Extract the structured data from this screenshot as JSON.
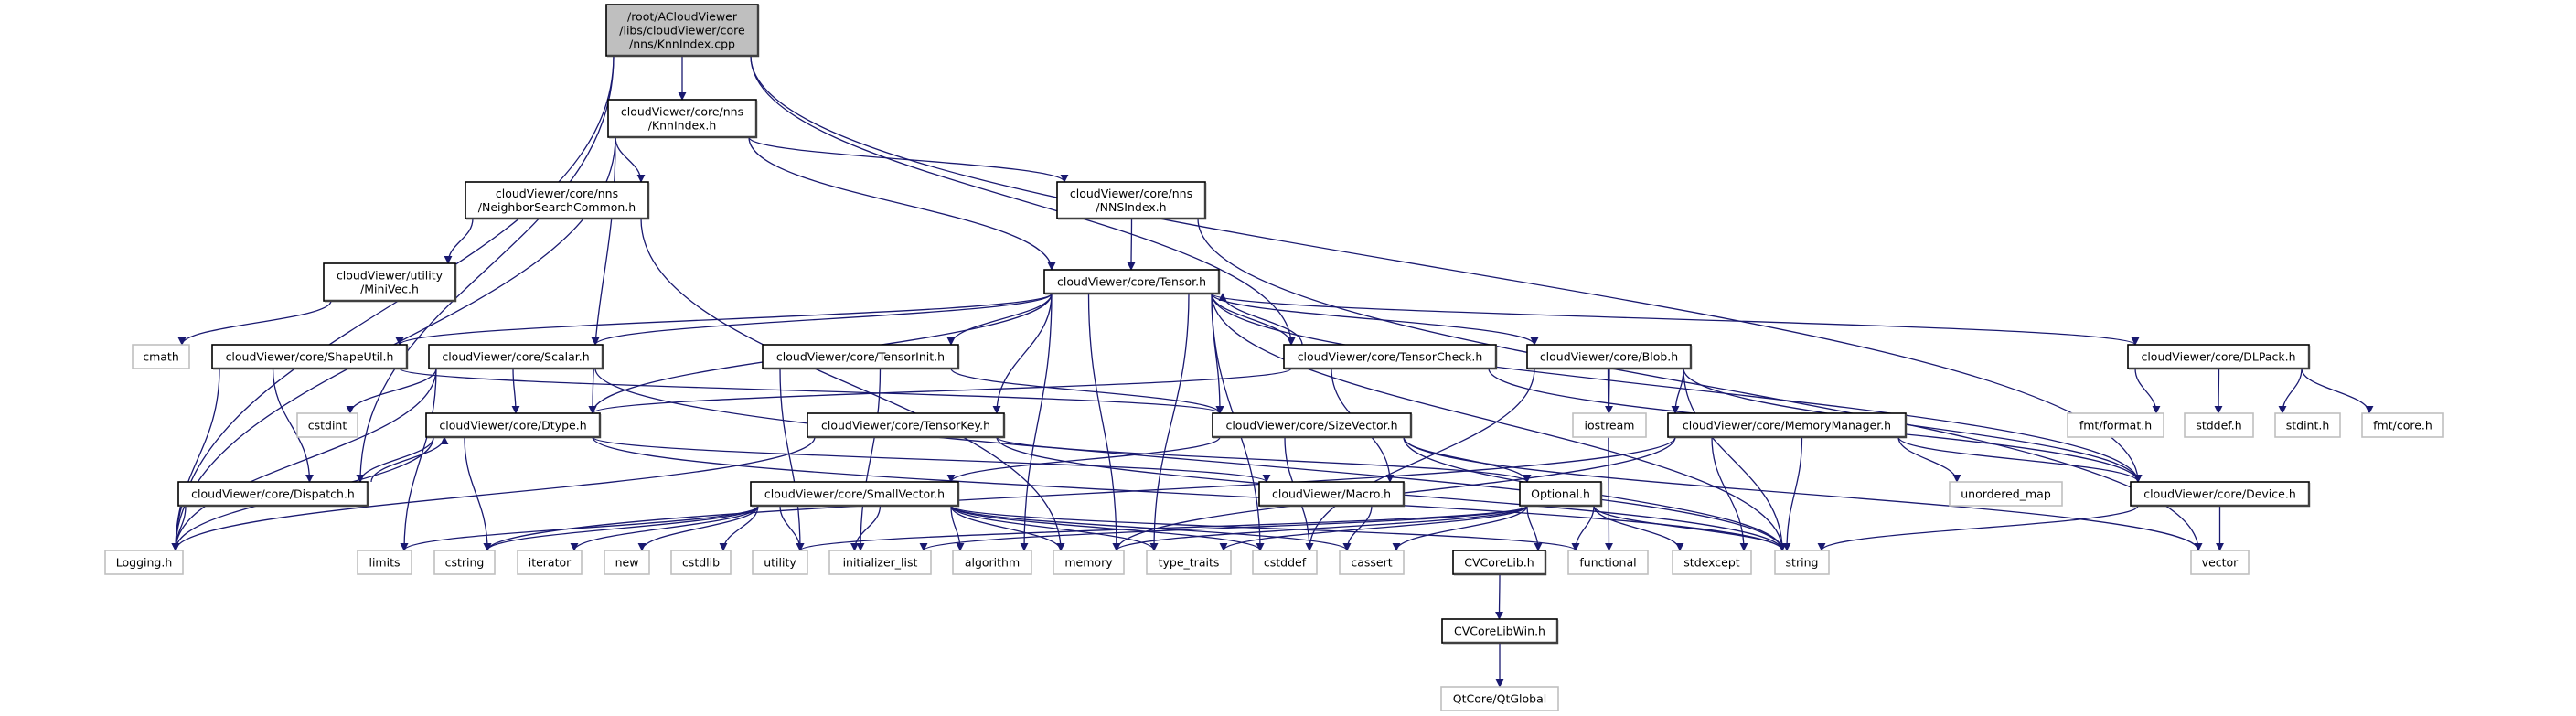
{
  "colors": {
    "edge": "#191970",
    "root_fill": "#bfbfbf",
    "file_border": "#000000",
    "system_border": "#bfbfbf"
  },
  "nodes": [
    {
      "id": "root",
      "label": "/root/ACloudViewer\n/libs/cloudViewer/core\n/nns/KnnIndex.cpp",
      "kind": "root"
    },
    {
      "id": "knn",
      "label": "cloudViewer/core/nns\n/KnnIndex.h",
      "kind": "file"
    },
    {
      "id": "nsc",
      "label": "cloudViewer/core/nns\n/NeighborSearchCommon.h",
      "kind": "file"
    },
    {
      "id": "nns",
      "label": "cloudViewer/core/nns\n/NNSIndex.h",
      "kind": "file"
    },
    {
      "id": "minivec",
      "label": "cloudViewer/utility\n/MiniVec.h",
      "kind": "file"
    },
    {
      "id": "tensor",
      "label": "cloudViewer/core/Tensor.h",
      "kind": "file"
    },
    {
      "id": "cmath",
      "label": "cmath",
      "kind": "system"
    },
    {
      "id": "shapeutil",
      "label": "cloudViewer/core/ShapeUtil.h",
      "kind": "file"
    },
    {
      "id": "scalar",
      "label": "cloudViewer/core/Scalar.h",
      "kind": "file"
    },
    {
      "id": "tensorinit",
      "label": "cloudViewer/core/TensorInit.h",
      "kind": "file"
    },
    {
      "id": "tensorcheck",
      "label": "cloudViewer/core/TensorCheck.h",
      "kind": "file"
    },
    {
      "id": "blob",
      "label": "cloudViewer/core/Blob.h",
      "kind": "file"
    },
    {
      "id": "dlpack",
      "label": "cloudViewer/core/DLPack.h",
      "kind": "file"
    },
    {
      "id": "cstdint",
      "label": "cstdint",
      "kind": "system"
    },
    {
      "id": "dtype",
      "label": "cloudViewer/core/Dtype.h",
      "kind": "file"
    },
    {
      "id": "tensorkey",
      "label": "cloudViewer/core/TensorKey.h",
      "kind": "file"
    },
    {
      "id": "sizevector",
      "label": "cloudViewer/core/SizeVector.h",
      "kind": "file"
    },
    {
      "id": "iostream",
      "label": "iostream",
      "kind": "system"
    },
    {
      "id": "memmgr",
      "label": "cloudViewer/core/MemoryManager.h",
      "kind": "file"
    },
    {
      "id": "fmtformat",
      "label": "fmt/format.h",
      "kind": "system"
    },
    {
      "id": "stddef",
      "label": "stddef.h",
      "kind": "system"
    },
    {
      "id": "stdint",
      "label": "stdint.h",
      "kind": "system"
    },
    {
      "id": "fmtcore",
      "label": "fmt/core.h",
      "kind": "system"
    },
    {
      "id": "dispatch",
      "label": "cloudViewer/core/Dispatch.h",
      "kind": "file"
    },
    {
      "id": "smallvector",
      "label": "cloudViewer/core/SmallVector.h",
      "kind": "file"
    },
    {
      "id": "macro",
      "label": "cloudViewer/Macro.h",
      "kind": "file"
    },
    {
      "id": "optional",
      "label": "Optional.h",
      "kind": "file"
    },
    {
      "id": "unordered_map",
      "label": "unordered_map",
      "kind": "system"
    },
    {
      "id": "device",
      "label": "cloudViewer/core/Device.h",
      "kind": "file"
    },
    {
      "id": "logging",
      "label": "Logging.h",
      "kind": "system"
    },
    {
      "id": "limits",
      "label": "limits",
      "kind": "system"
    },
    {
      "id": "cstring",
      "label": "cstring",
      "kind": "system"
    },
    {
      "id": "iterator",
      "label": "iterator",
      "kind": "system"
    },
    {
      "id": "new",
      "label": "new",
      "kind": "system"
    },
    {
      "id": "cstdlib",
      "label": "cstdlib",
      "kind": "system"
    },
    {
      "id": "utility",
      "label": "utility",
      "kind": "system"
    },
    {
      "id": "initializer_list",
      "label": "initializer_list",
      "kind": "system"
    },
    {
      "id": "algorithm",
      "label": "algorithm",
      "kind": "system"
    },
    {
      "id": "memory",
      "label": "memory",
      "kind": "system"
    },
    {
      "id": "type_traits",
      "label": "type_traits",
      "kind": "system"
    },
    {
      "id": "cstddef",
      "label": "cstddef",
      "kind": "system"
    },
    {
      "id": "cassert",
      "label": "cassert",
      "kind": "system"
    },
    {
      "id": "cvcorelib",
      "label": "CVCoreLib.h",
      "kind": "file"
    },
    {
      "id": "functional",
      "label": "functional",
      "kind": "system"
    },
    {
      "id": "stdexcept",
      "label": "stdexcept",
      "kind": "system"
    },
    {
      "id": "string",
      "label": "string",
      "kind": "system"
    },
    {
      "id": "vector",
      "label": "vector",
      "kind": "system"
    },
    {
      "id": "cvcorelibwin",
      "label": "CVCoreLibWin.h",
      "kind": "file"
    },
    {
      "id": "qtglobal",
      "label": "QtCore/QtGlobal",
      "kind": "system"
    }
  ],
  "edges": [
    [
      "root",
      "knn"
    ],
    [
      "root",
      "logging"
    ],
    [
      "root",
      "dispatch"
    ],
    [
      "root",
      "tensorcheck"
    ],
    [
      "root",
      "device"
    ],
    [
      "knn",
      "nsc"
    ],
    [
      "knn",
      "nns"
    ],
    [
      "knn",
      "tensor"
    ],
    [
      "knn",
      "dtype"
    ],
    [
      "knn",
      "logging"
    ],
    [
      "nsc",
      "minivec"
    ],
    [
      "nsc",
      "memory"
    ],
    [
      "nns",
      "tensor"
    ],
    [
      "nns",
      "vector"
    ],
    [
      "minivec",
      "cmath"
    ],
    [
      "tensor",
      "shapeutil"
    ],
    [
      "tensor",
      "scalar"
    ],
    [
      "tensor",
      "tensorinit"
    ],
    [
      "tensor",
      "tensorcheck"
    ],
    [
      "tensor",
      "blob"
    ],
    [
      "tensor",
      "dlpack"
    ],
    [
      "tensor",
      "dtype"
    ],
    [
      "tensor",
      "sizevector"
    ],
    [
      "tensor",
      "tensorkey"
    ],
    [
      "tensor",
      "device"
    ],
    [
      "tensor",
      "memory"
    ],
    [
      "tensor",
      "type_traits"
    ],
    [
      "tensor",
      "cstddef"
    ],
    [
      "tensor",
      "string"
    ],
    [
      "tensor",
      "algorithm"
    ],
    [
      "tensorcheck",
      "tensor"
    ],
    [
      "tensorcheck",
      "dtype"
    ],
    [
      "tensorcheck",
      "macro"
    ],
    [
      "tensorcheck",
      "device"
    ],
    [
      "shapeutil",
      "logging"
    ],
    [
      "shapeutil",
      "dispatch"
    ],
    [
      "shapeutil",
      "sizevector"
    ],
    [
      "scalar",
      "cstdint"
    ],
    [
      "scalar",
      "dtype"
    ],
    [
      "scalar",
      "limits"
    ],
    [
      "scalar",
      "logging"
    ],
    [
      "scalar",
      "string"
    ],
    [
      "tensorinit",
      "sizevector"
    ],
    [
      "tensorinit",
      "utility"
    ],
    [
      "tensorinit",
      "initializer_list"
    ],
    [
      "blob",
      "iostream"
    ],
    [
      "blob",
      "memmgr"
    ],
    [
      "blob",
      "device"
    ],
    [
      "blob",
      "cstddef"
    ],
    [
      "blob",
      "functional"
    ],
    [
      "blob",
      "string"
    ],
    [
      "dlpack",
      "fmtformat"
    ],
    [
      "dlpack",
      "stddef"
    ],
    [
      "dlpack",
      "stdint"
    ],
    [
      "dlpack",
      "fmtcore"
    ],
    [
      "dtype",
      "dispatch"
    ],
    [
      "dispatch",
      "dtype"
    ],
    [
      "dtype",
      "logging"
    ],
    [
      "dtype",
      "cstring"
    ],
    [
      "dtype",
      "string"
    ],
    [
      "dtype",
      "macro"
    ],
    [
      "tensorkey",
      "logging"
    ],
    [
      "tensorkey",
      "optional"
    ],
    [
      "tensorkey",
      "string"
    ],
    [
      "sizevector",
      "smallvector"
    ],
    [
      "sizevector",
      "optional"
    ],
    [
      "sizevector",
      "cstddef"
    ],
    [
      "sizevector",
      "string"
    ],
    [
      "sizevector",
      "vector"
    ],
    [
      "memmgr",
      "device"
    ],
    [
      "memmgr",
      "unordered_map"
    ],
    [
      "memmgr",
      "string"
    ],
    [
      "memmgr",
      "stdexcept"
    ],
    [
      "memmgr",
      "cstring"
    ],
    [
      "memmgr",
      "memory"
    ],
    [
      "dispatch",
      "logging"
    ],
    [
      "smallvector",
      "limits"
    ],
    [
      "smallvector",
      "cstring"
    ],
    [
      "smallvector",
      "iterator"
    ],
    [
      "smallvector",
      "new"
    ],
    [
      "smallvector",
      "cstdlib"
    ],
    [
      "smallvector",
      "utility"
    ],
    [
      "smallvector",
      "initializer_list"
    ],
    [
      "smallvector",
      "algorithm"
    ],
    [
      "smallvector",
      "memory"
    ],
    [
      "smallvector",
      "type_traits"
    ],
    [
      "smallvector",
      "cstddef"
    ],
    [
      "smallvector",
      "cassert"
    ],
    [
      "smallvector",
      "functional"
    ],
    [
      "macro",
      "cassert"
    ],
    [
      "optional",
      "cassert"
    ],
    [
      "optional",
      "cvcorelib"
    ],
    [
      "optional",
      "functional"
    ],
    [
      "optional",
      "stdexcept"
    ],
    [
      "optional",
      "string"
    ],
    [
      "optional",
      "type_traits"
    ],
    [
      "optional",
      "utility"
    ],
    [
      "optional",
      "memory"
    ],
    [
      "optional",
      "initializer_list"
    ],
    [
      "device",
      "string"
    ],
    [
      "device",
      "vector"
    ],
    [
      "cvcorelib",
      "cvcorelibwin"
    ],
    [
      "cvcorelibwin",
      "qtglobal"
    ]
  ]
}
